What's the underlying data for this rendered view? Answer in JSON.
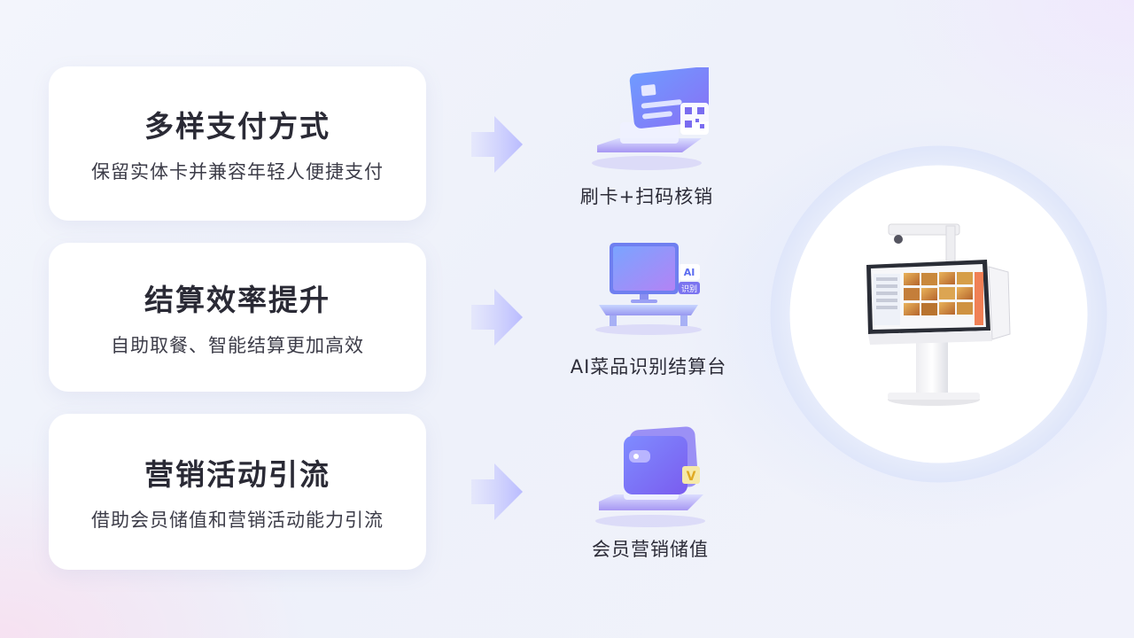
{
  "features": [
    {
      "title": "多样支付方式",
      "desc": "保留实体卡并兼容年轻人便捷支付"
    },
    {
      "title": "结算效率提升",
      "desc": "自助取餐、智能结算更加高效"
    },
    {
      "title": "营销活动引流",
      "desc": "借助会员储值和营销活动能力引流"
    }
  ],
  "products": [
    {
      "label": "刷卡+扫码核销",
      "icon": "card-qr-icon"
    },
    {
      "label": "AI菜品识别结算台",
      "icon": "ai-monitor-icon",
      "badge_top": "AI",
      "badge_bottom": "识别"
    },
    {
      "label": "会员营销储值",
      "icon": "wallet-icon",
      "badge": "V"
    }
  ],
  "colors": {
    "accent_purple": "#7a6cf0",
    "accent_blue": "#5b8cf5",
    "title_text": "#2a2a35",
    "card_bg": "#ffffff"
  },
  "device": {
    "icon": "pos-kiosk-icon"
  }
}
